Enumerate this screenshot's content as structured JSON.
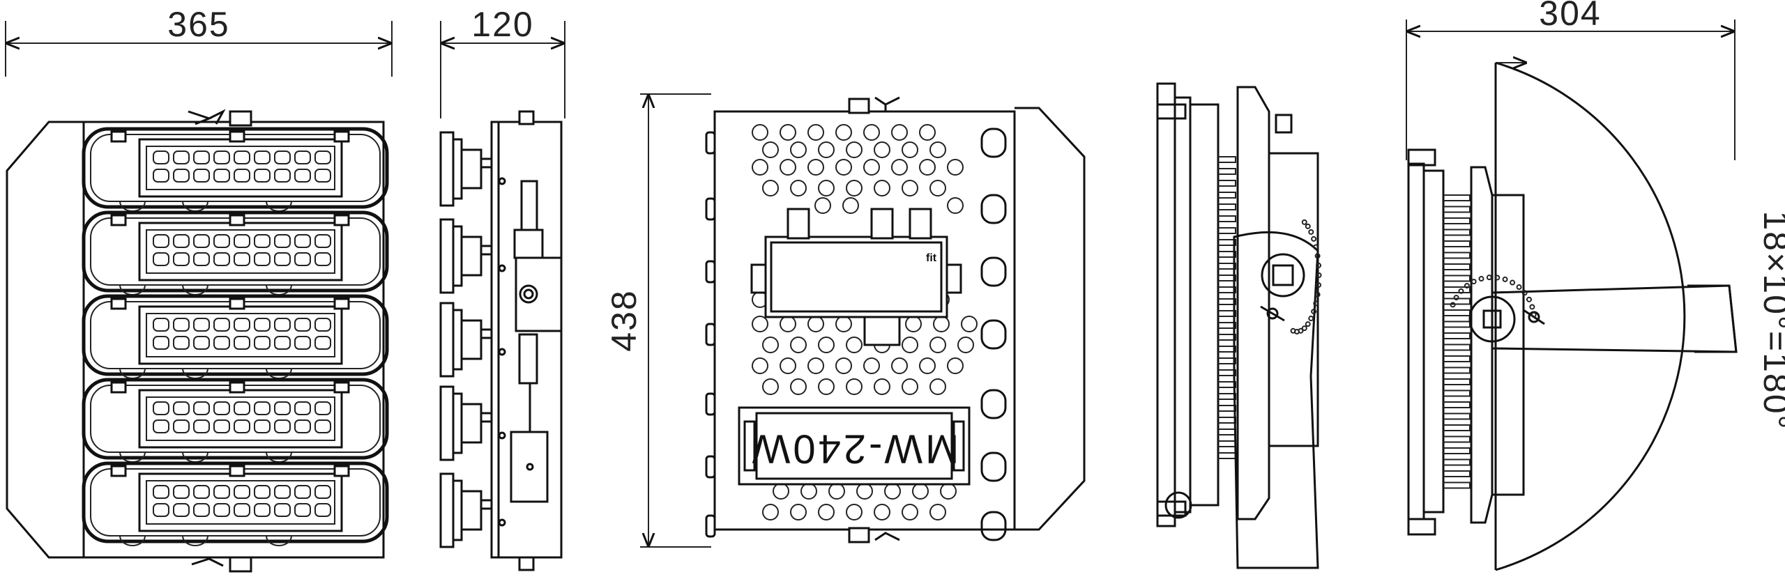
{
  "dimensions": {
    "front_width": "365",
    "side_width": "120",
    "height": "438",
    "depth": "304",
    "tilt_range": "18×10°=180°"
  },
  "driver_label": "MW-240W"
}
